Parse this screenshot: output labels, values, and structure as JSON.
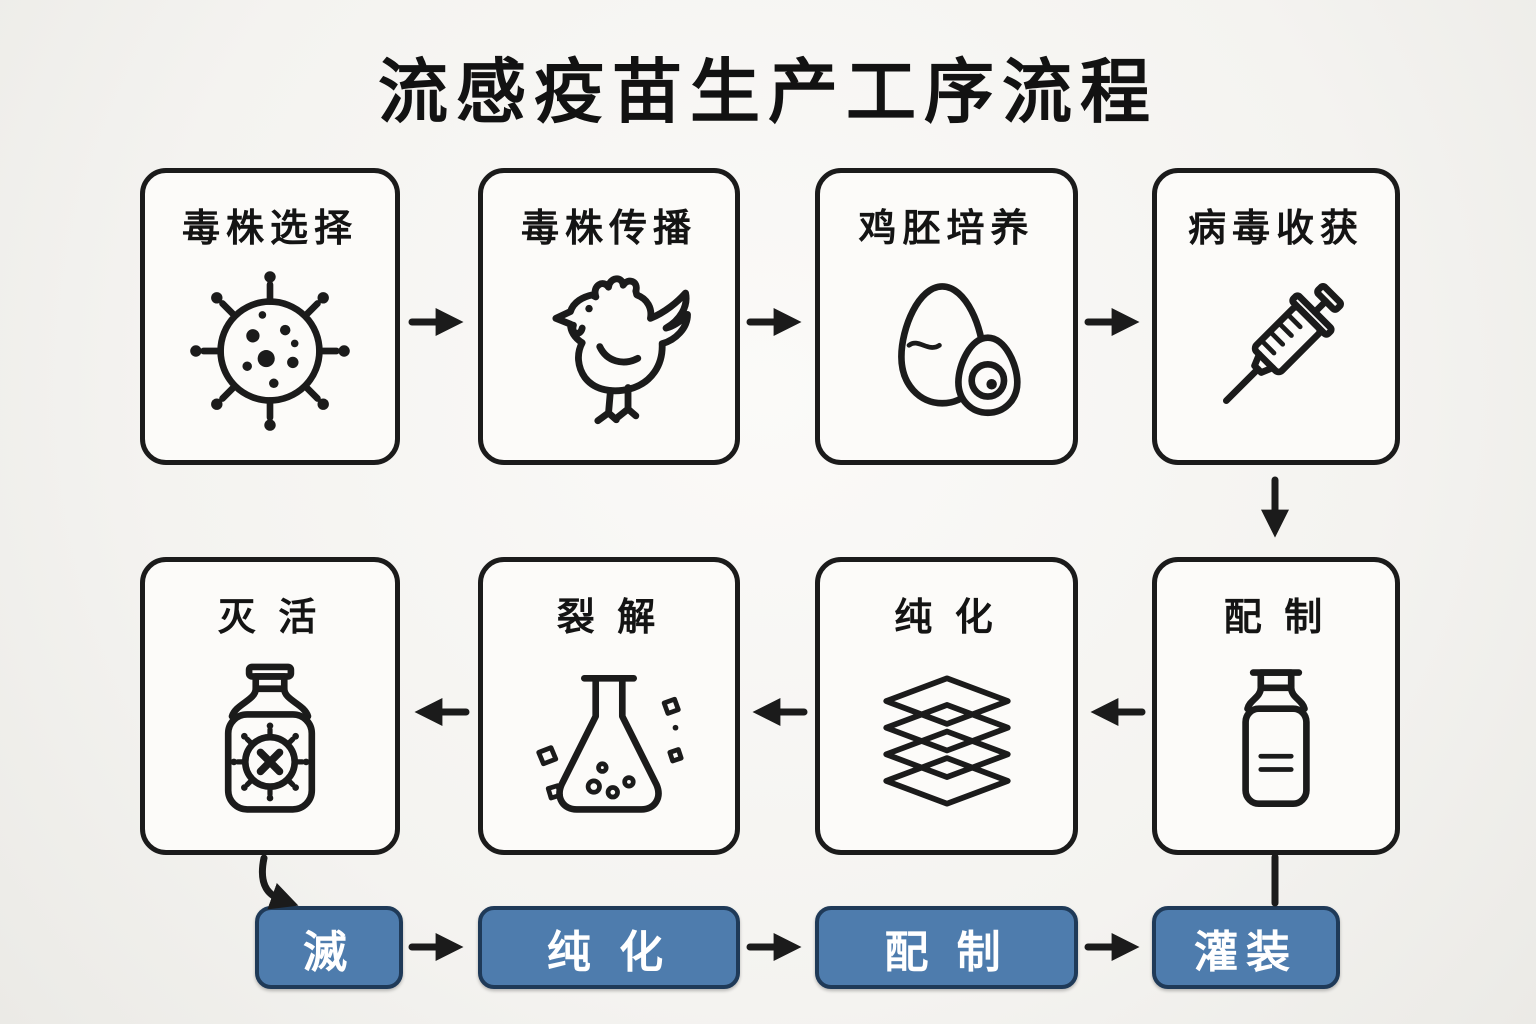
{
  "title": "流感疫苗生产工序流程",
  "colors": {
    "background": "#f6f5f2",
    "line": "#1b1b1b",
    "box_fill": "#fcfbf9",
    "button_fill": "#4e7cad",
    "button_border": "#1f3a58",
    "button_text": "#ffffff"
  },
  "top_row": {
    "boxes": [
      {
        "label": "毒株选择",
        "icon": "virus-icon"
      },
      {
        "label": "毒株传播",
        "icon": "chicken-icon"
      },
      {
        "label": "鸡胚培养",
        "icon": "eggs-icon"
      },
      {
        "label": "病毒收获",
        "icon": "syringe-icon"
      }
    ]
  },
  "middle_row": {
    "boxes": [
      {
        "label": "灭 活",
        "icon": "inactivation-bottle-icon"
      },
      {
        "label": "裂 解",
        "icon": "lysis-flask-icon"
      },
      {
        "label": "纯 化",
        "icon": "filter-layers-icon"
      },
      {
        "label": "配 制",
        "icon": "vial-icon"
      }
    ]
  },
  "bottom_row": {
    "buttons": [
      {
        "label": "滅"
      },
      {
        "label": "纯 化"
      },
      {
        "label": "配 制"
      },
      {
        "label": "灌装"
      }
    ]
  }
}
